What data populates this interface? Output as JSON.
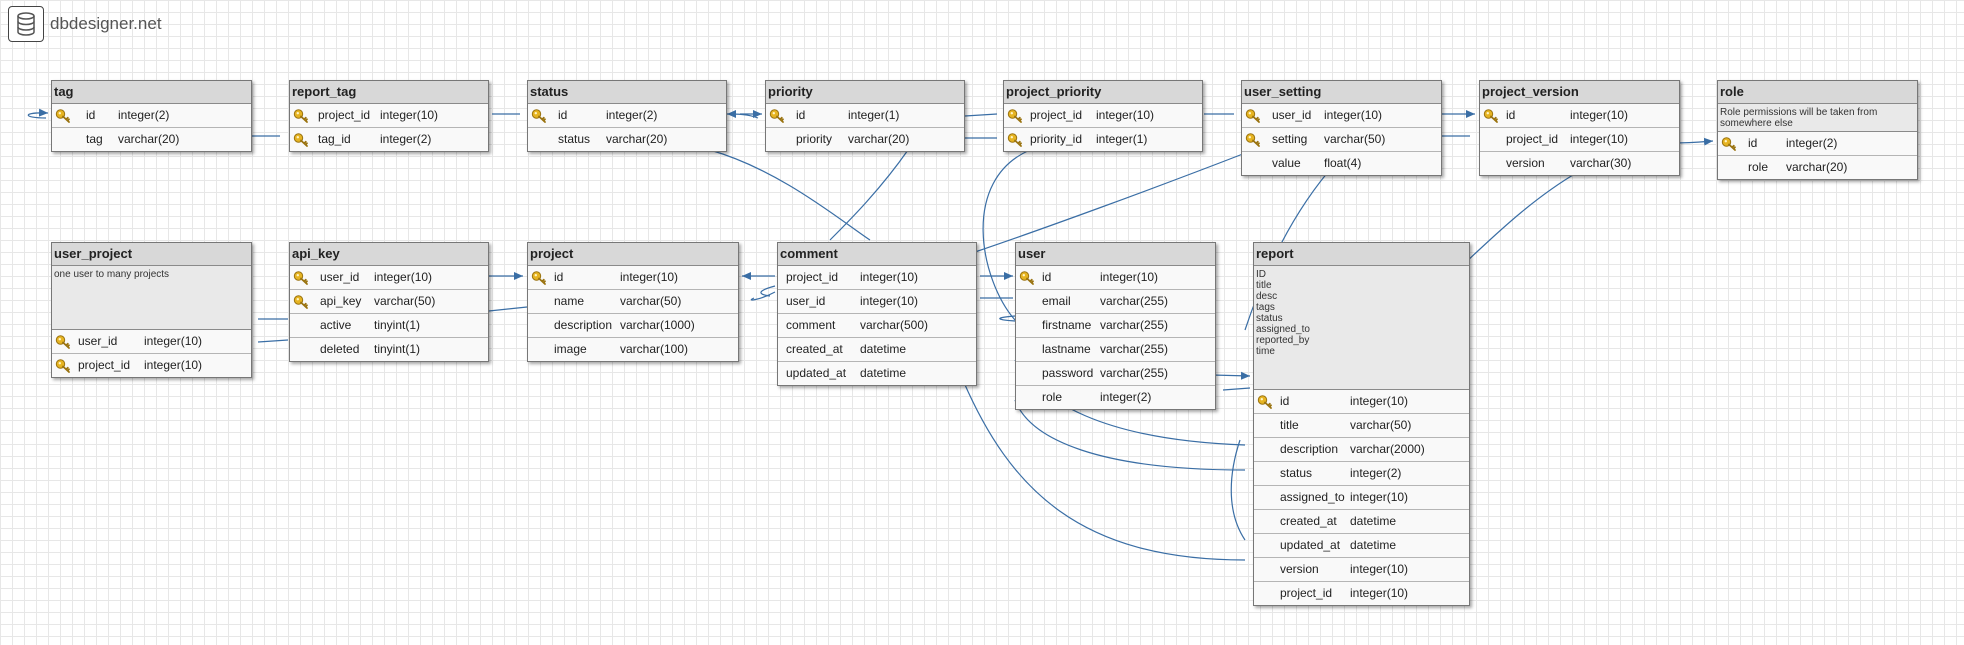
{
  "app": {
    "name": "dbdesigner.net"
  },
  "tables": [
    {
      "id": "tag",
      "title": "tag",
      "columns": [
        {
          "name": "id",
          "type": "integer(2)",
          "pk": true
        },
        {
          "name": "tag",
          "type": "varchar(20)",
          "pk": false
        }
      ]
    },
    {
      "id": "report_tag",
      "title": "report_tag",
      "columns": [
        {
          "name": "project_id",
          "type": "integer(10)",
          "pk": true
        },
        {
          "name": "tag_id",
          "type": "integer(2)",
          "pk": true
        }
      ]
    },
    {
      "id": "status",
      "title": "status",
      "columns": [
        {
          "name": "id",
          "type": "integer(2)",
          "pk": true
        },
        {
          "name": "status",
          "type": "varchar(20)",
          "pk": false
        }
      ]
    },
    {
      "id": "priority",
      "title": "priority",
      "columns": [
        {
          "name": "id",
          "type": "integer(1)",
          "pk": true
        },
        {
          "name": "priority",
          "type": "varchar(20)",
          "pk": false
        }
      ]
    },
    {
      "id": "project_priority",
      "title": "project_priority",
      "columns": [
        {
          "name": "project_id",
          "type": "integer(10)",
          "pk": true
        },
        {
          "name": "priority_id",
          "type": "integer(1)",
          "pk": true
        }
      ]
    },
    {
      "id": "user_setting",
      "title": "user_setting",
      "columns": [
        {
          "name": "user_id",
          "type": "integer(10)",
          "pk": true
        },
        {
          "name": "setting",
          "type": "varchar(50)",
          "pk": true
        },
        {
          "name": "value",
          "type": "float(4)",
          "pk": false
        }
      ]
    },
    {
      "id": "project_version",
      "title": "project_version",
      "columns": [
        {
          "name": "id",
          "type": "integer(10)",
          "pk": true
        },
        {
          "name": "project_id",
          "type": "integer(10)",
          "pk": false
        },
        {
          "name": "version",
          "type": "varchar(30)",
          "pk": false
        }
      ]
    },
    {
      "id": "role",
      "title": "role",
      "comment": "Role permissions will be taken from somewhere else",
      "columns": [
        {
          "name": "id",
          "type": "integer(2)",
          "pk": true
        },
        {
          "name": "role",
          "type": "varchar(20)",
          "pk": false
        }
      ]
    },
    {
      "id": "user_project",
      "title": "user_project",
      "comment": "one user to many  projects",
      "columns": [
        {
          "name": "user_id",
          "type": "integer(10)",
          "pk": true
        },
        {
          "name": "project_id",
          "type": "integer(10)",
          "pk": true
        }
      ]
    },
    {
      "id": "api_key",
      "title": "api_key",
      "columns": [
        {
          "name": "user_id",
          "type": "integer(10)",
          "pk": true
        },
        {
          "name": "api_key",
          "type": "varchar(50)",
          "pk": true
        },
        {
          "name": "active",
          "type": "tinyint(1)",
          "pk": false
        },
        {
          "name": "deleted",
          "type": "tinyint(1)",
          "pk": false
        }
      ]
    },
    {
      "id": "project",
      "title": "project",
      "columns": [
        {
          "name": "id",
          "type": "integer(10)",
          "pk": true
        },
        {
          "name": "name",
          "type": "varchar(50)",
          "pk": false
        },
        {
          "name": "description",
          "type": "varchar(1000)",
          "pk": false
        },
        {
          "name": "image",
          "type": "varchar(100)",
          "pk": false
        }
      ]
    },
    {
      "id": "comment",
      "title": "comment",
      "columns": [
        {
          "name": "project_id",
          "type": "integer(10)",
          "pk": false
        },
        {
          "name": "user_id",
          "type": "integer(10)",
          "pk": false
        },
        {
          "name": "comment",
          "type": "varchar(500)",
          "pk": false
        },
        {
          "name": "created_at",
          "type": "datetime",
          "pk": false
        },
        {
          "name": "updated_at",
          "type": "datetime",
          "pk": false
        }
      ]
    },
    {
      "id": "user",
      "title": "user",
      "columns": [
        {
          "name": "id",
          "type": "integer(10)",
          "pk": true
        },
        {
          "name": "email",
          "type": "varchar(255)",
          "pk": false
        },
        {
          "name": "firstname",
          "type": "varchar(255)",
          "pk": false
        },
        {
          "name": "lastname",
          "type": "varchar(255)",
          "pk": false
        },
        {
          "name": "password",
          "type": "varchar(255)",
          "pk": false
        },
        {
          "name": "role",
          "type": "integer(2)",
          "pk": false
        }
      ]
    },
    {
      "id": "report",
      "title": "report",
      "comment": "ID\ntitle\ndesc\ntags\nstatus\nassigned_to\nreported_by\ntime",
      "columns": [
        {
          "name": "id",
          "type": "integer(10)",
          "pk": true
        },
        {
          "name": "title",
          "type": "varchar(50)",
          "pk": false
        },
        {
          "name": "description",
          "type": "varchar(2000)",
          "pk": false
        },
        {
          "name": "status",
          "type": "integer(2)",
          "pk": false
        },
        {
          "name": "assigned_to",
          "type": "integer(10)",
          "pk": false
        },
        {
          "name": "created_at",
          "type": "datetime",
          "pk": false
        },
        {
          "name": "updated_at",
          "type": "datetime",
          "pk": false
        },
        {
          "name": "version",
          "type": "integer(10)",
          "pk": false
        },
        {
          "name": "project_id",
          "type": "integer(10)",
          "pk": false
        }
      ]
    }
  ],
  "colors": {
    "link": "#3a6ea5",
    "header": "#d8d8d8",
    "key": "#e6b422"
  }
}
